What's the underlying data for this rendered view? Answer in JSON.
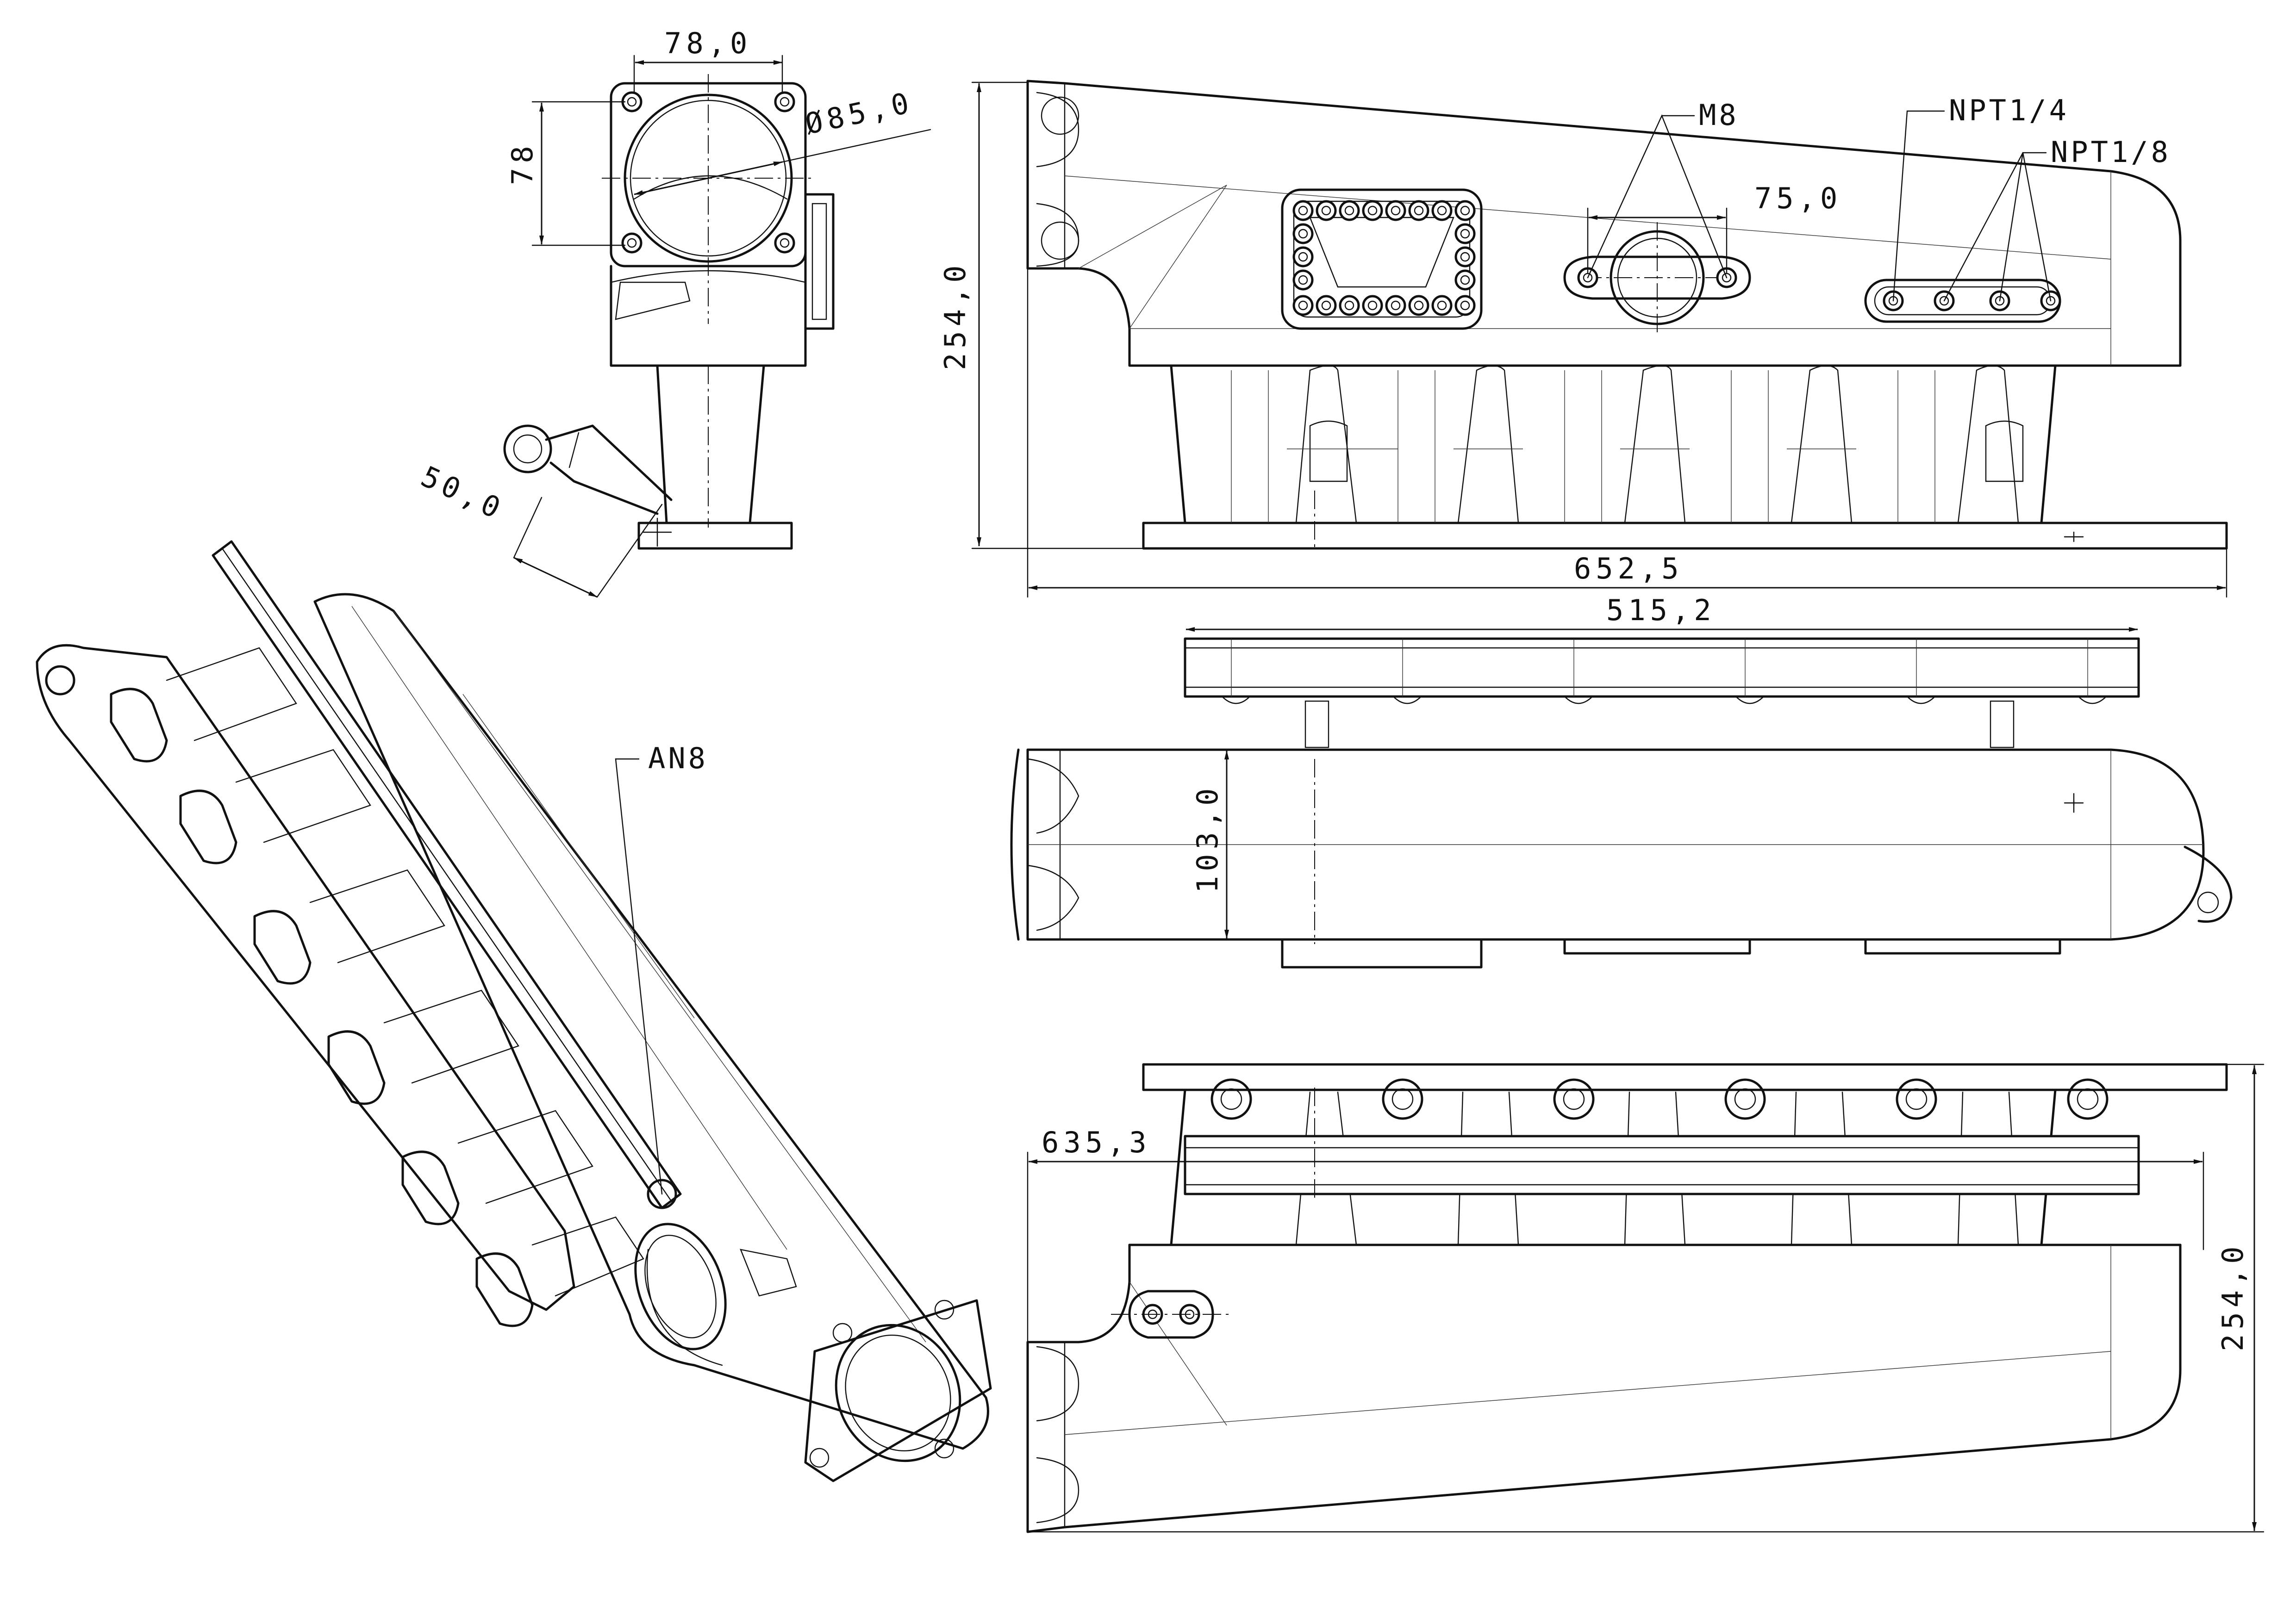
{
  "drawing": {
    "colors": {
      "line": "#111111",
      "background": "#ffffff"
    },
    "dimensions": {
      "throttle_width": "78,0",
      "throttle_bore": "Ø85,0",
      "throttle_height": "78",
      "inlet_offset": "50,0",
      "side_height": "254,0",
      "overall_length": "652,5",
      "rail_length": "515,2",
      "plenum_height": "103,0",
      "flange_spacing": "75,0",
      "bottom_length": "635,3",
      "bottom_height": "254,0"
    },
    "callouts": {
      "bolt_thread": "M8",
      "port_large": "NPT1/4",
      "port_small": "NPT1/8",
      "fitting": "AN8"
    }
  }
}
